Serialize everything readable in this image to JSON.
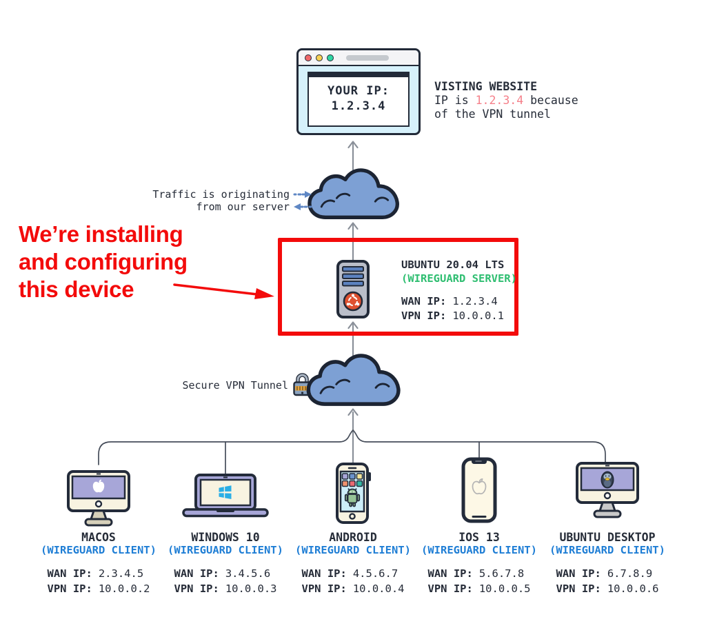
{
  "title": "WireGuard VPN network diagram",
  "colors": {
    "accent_red": "#f30b0b",
    "client_blue": "#1f7ed5",
    "server_green": "#2fbe71",
    "ip_pink": "#f5808a",
    "cloud_blue": "#7da0d4",
    "outline_dark": "#222a38",
    "ubuntu_orange": "#df5130"
  },
  "icons": {
    "website": "browser-window-icon",
    "network": "cloud-icon",
    "tunnel": "padlock-icon",
    "traffic_right": "dashed-arrow-right-icon",
    "traffic_left": "dashed-arrow-left-icon",
    "server": "server-tower-ubuntu-icon"
  },
  "browser": {
    "label": "YOUR IP:",
    "value": "1.2.3.4"
  },
  "visiting": {
    "title": "VISTING WEBSITE",
    "prefix": "IP is ",
    "ip": "1.2.3.4",
    "suffix": " because",
    "line3": "of the VPN tunnel"
  },
  "traffic": {
    "line1": "Traffic is originating",
    "line2": "from our server"
  },
  "annotation": {
    "line1": "We’re installing",
    "line2": "and configuring",
    "line3": "this device"
  },
  "server": {
    "title": "UBUNTU 20.04 LTS",
    "role": "(WIREGUARD SERVER)",
    "wan_label": "WAN IP:",
    "wan": "1.2.3.4",
    "vpn_label": "VPN IP:",
    "vpn": "10.0.0.1"
  },
  "tunnel_label": "Secure VPN Tunnel",
  "clients": [
    {
      "name": "MACOS",
      "role": "(WIREGUARD CLIENT)",
      "icon": "imac-apple-icon",
      "wan_label": "WAN IP:",
      "wan": "2.3.4.5",
      "vpn_label": "VPN IP:",
      "vpn": "10.0.0.2"
    },
    {
      "name": "WINDOWS 10",
      "role": "(WIREGUARD CLIENT)",
      "icon": "laptop-windows-icon",
      "wan_label": "WAN IP:",
      "wan": "3.4.5.6",
      "vpn_label": "VPN IP:",
      "vpn": "10.0.0.3"
    },
    {
      "name": "ANDROID",
      "role": "(WIREGUARD CLIENT)",
      "icon": "phone-android-icon",
      "wan_label": "WAN IP:",
      "wan": "4.5.6.7",
      "vpn_label": "VPN IP:",
      "vpn": "10.0.0.4"
    },
    {
      "name": "IOS 13",
      "role": "(WIREGUARD CLIENT)",
      "icon": "iphone-apple-icon",
      "wan_label": "WAN IP:",
      "wan": "5.6.7.8",
      "vpn_label": "VPN IP:",
      "vpn": "10.0.0.5"
    },
    {
      "name": "UBUNTU DESKTOP",
      "role": "(WIREGUARD CLIENT)",
      "icon": "desktop-tux-icon",
      "wan_label": "WAN IP:",
      "wan": "6.7.8.9",
      "vpn_label": "VPN IP:",
      "vpn": "10.0.0.6"
    }
  ]
}
